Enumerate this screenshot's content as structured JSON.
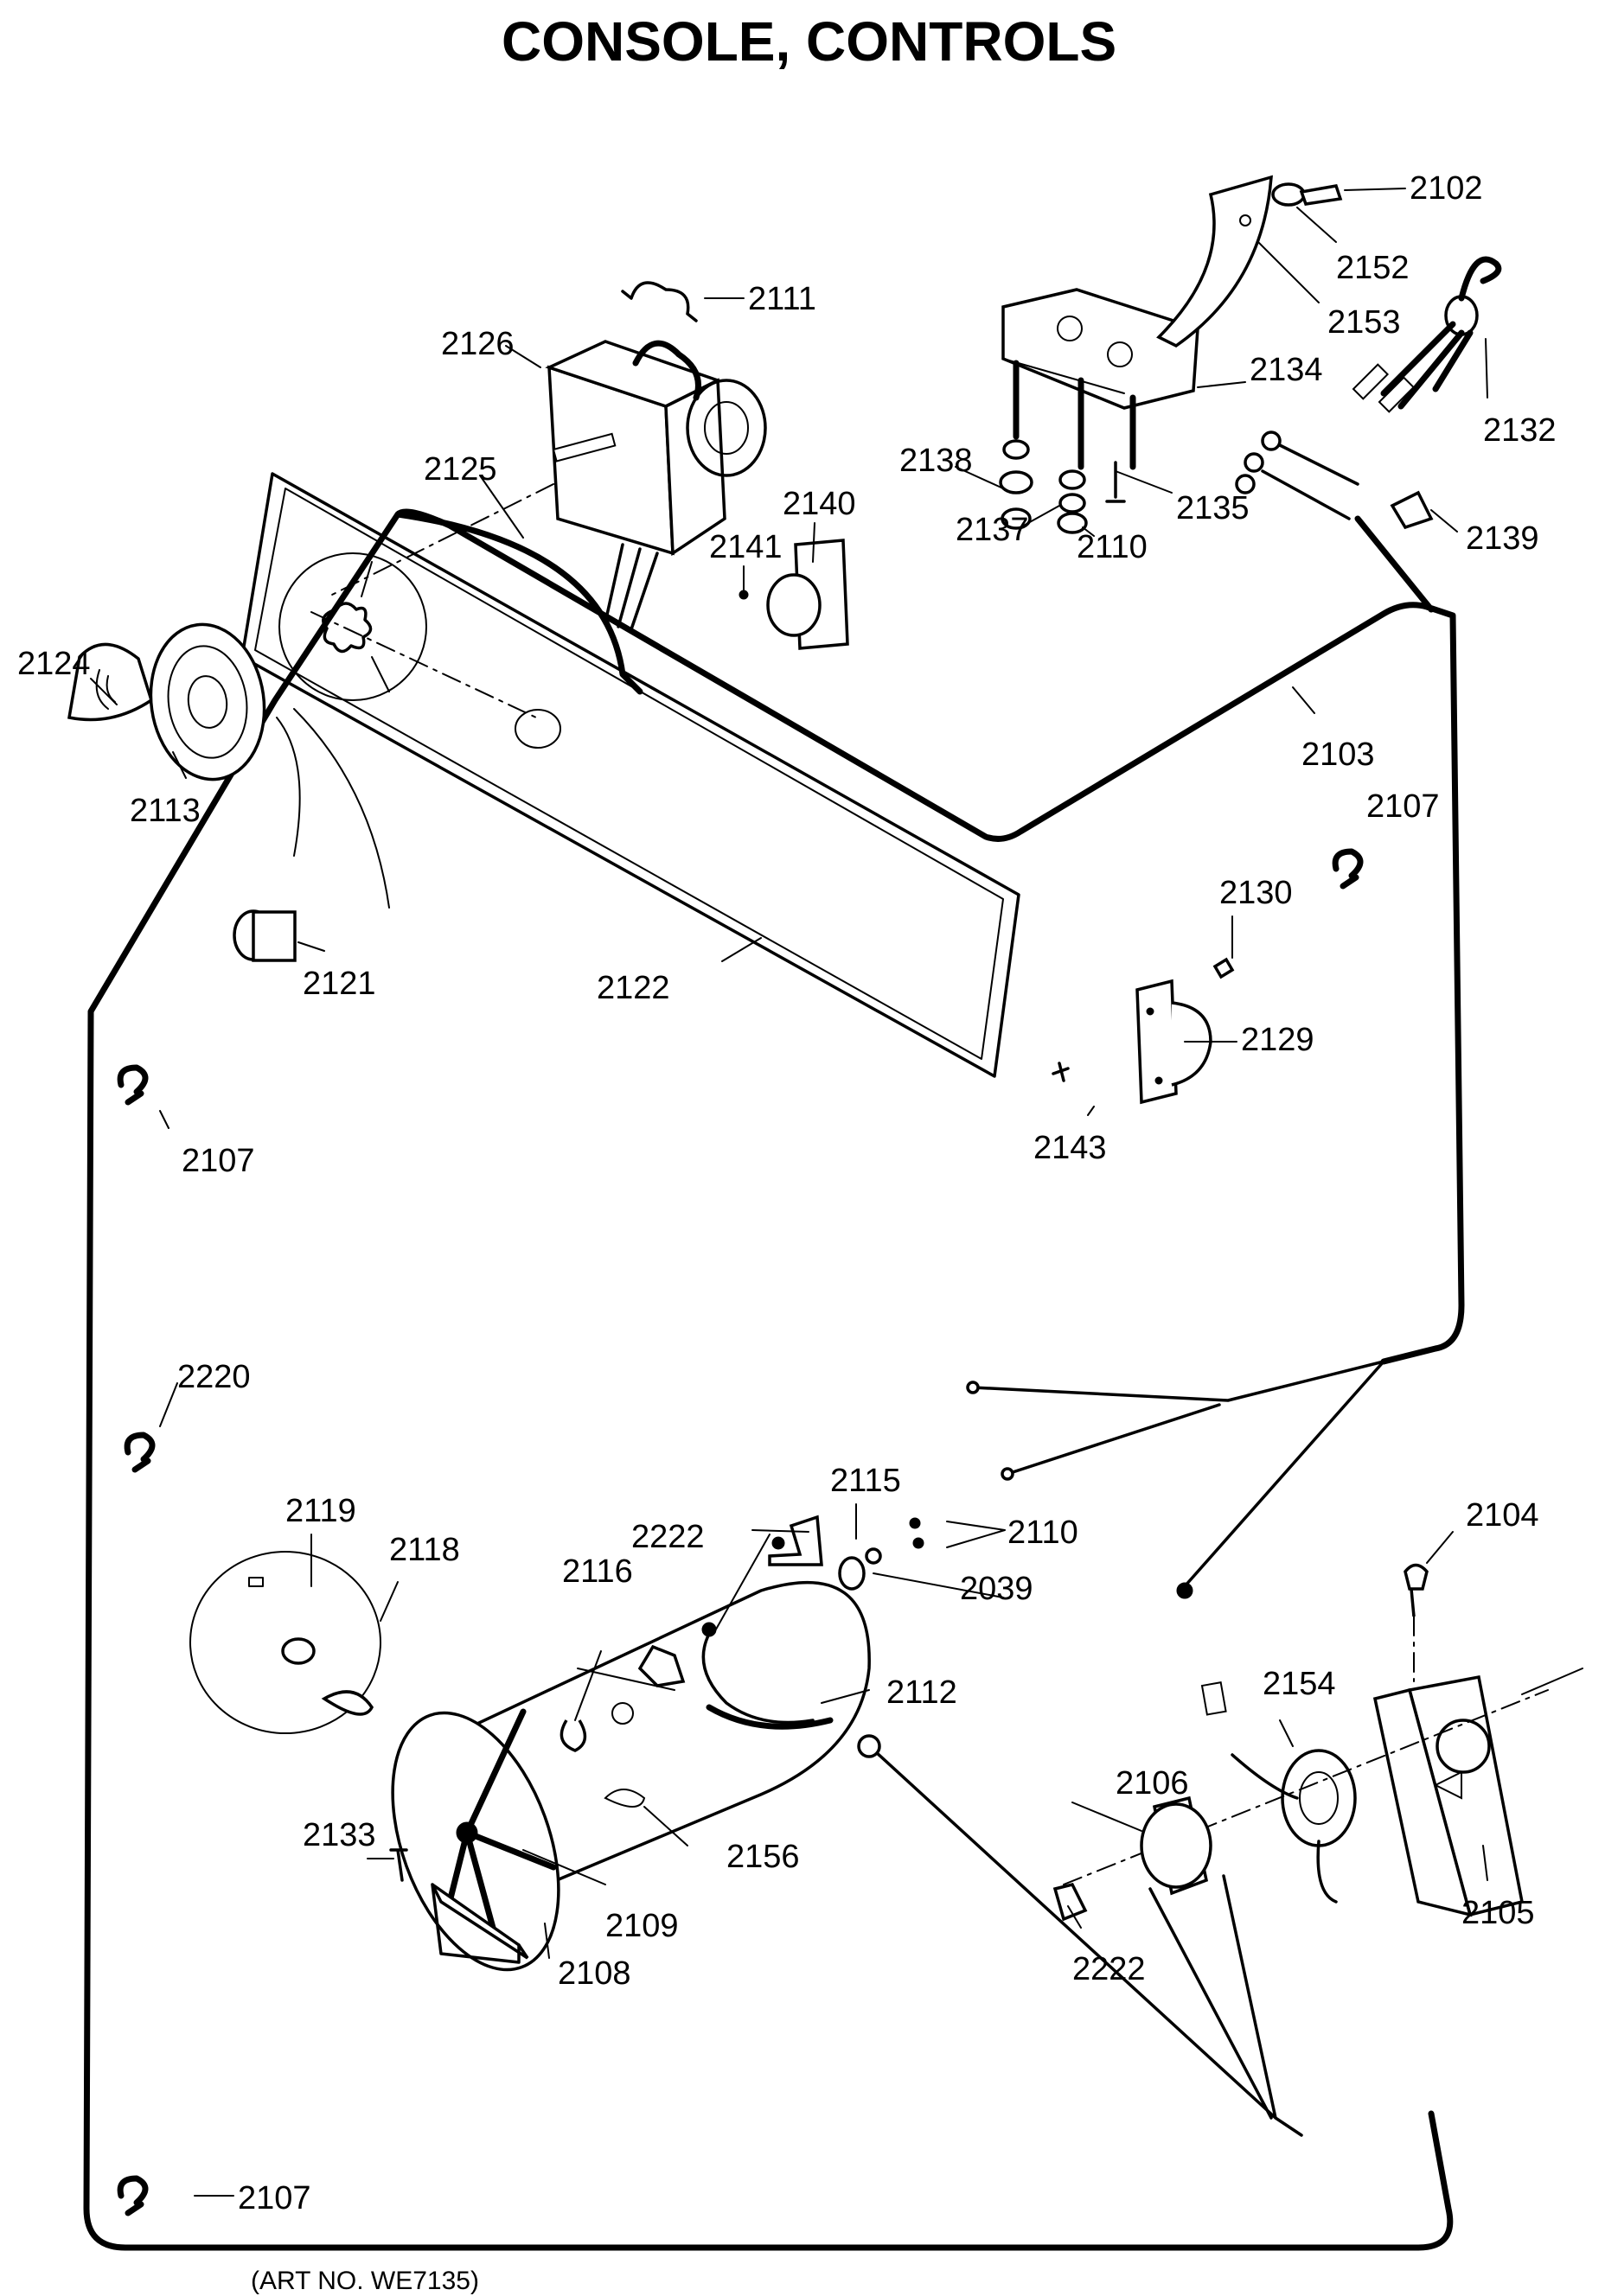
{
  "title": "CONSOLE, CONTROLS",
  "footer": "(ART NO. WE7135)",
  "callouts": {
    "c2102": "2102",
    "c2152": "2152",
    "c2153": "2153",
    "c2111": "2111",
    "c2126": "2126",
    "c2134": "2134",
    "c2132": "2132",
    "c2125": "2125",
    "c2138": "2138",
    "c2140": "2140",
    "c2135": "2135",
    "c2141": "2141",
    "c2137": "2137",
    "c2110a": "2110",
    "c2139": "2139",
    "c2124": "2124",
    "c2113": "2113",
    "c2103": "2103",
    "c2107a": "2107",
    "c2130": "2130",
    "c2121": "2121",
    "c2122": "2122",
    "c2129": "2129",
    "c2143": "2143",
    "c2107b": "2107",
    "c2220": "2220",
    "c2115": "2115",
    "c2104": "2104",
    "c2119": "2119",
    "c2222a": "2222",
    "c2110b": "2110",
    "c2118": "2118",
    "c2116": "2116",
    "c2039": "2039",
    "c2154": "2154",
    "c2112": "2112",
    "c2106": "2106",
    "c2133": "2133",
    "c2156": "2156",
    "c2105": "2105",
    "c2109": "2109",
    "c2108": "2108",
    "c2222b": "2222",
    "c2107c": "2107"
  }
}
